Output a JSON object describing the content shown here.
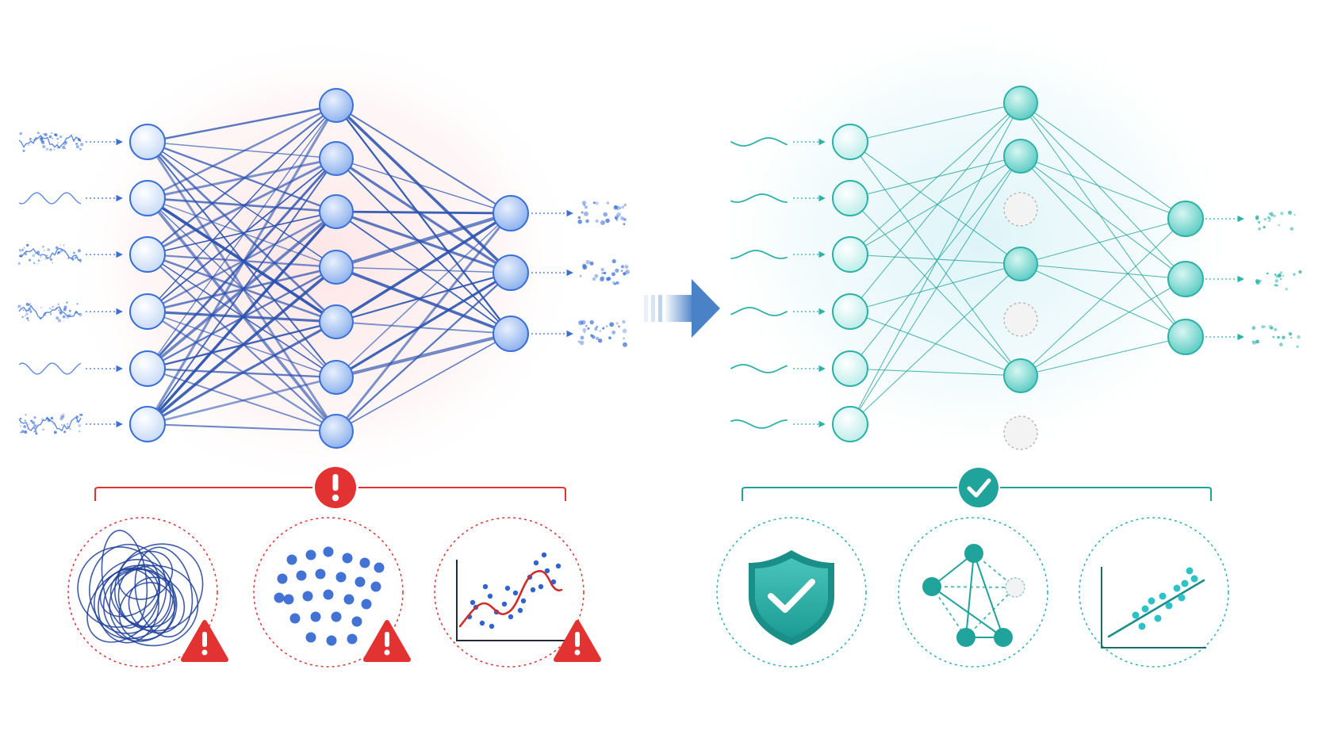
{
  "colors": {
    "overfit_accent": "#2a52b0",
    "overfit_node_fill": "#dce9fb",
    "overfit_node_stroke": "#3a6fd6",
    "overfit_glow": "#fde2e2",
    "warning": "#e23232",
    "regularized_accent": "#1fa39a",
    "regularized_node_fill": "#c8f0ec",
    "regularized_node_stroke": "#2cb2a8",
    "regularized_glow": "#dcf3f7",
    "dropped_node": "#b8b8b8",
    "transition_arrow": "#4a82c8"
  },
  "left_network": {
    "layers": [
      6,
      7,
      3
    ],
    "density": "dense",
    "signal_style": "noisy"
  },
  "right_network": {
    "layers": [
      6,
      7,
      3
    ],
    "dropped_hidden_nodes": [
      2,
      4,
      6
    ],
    "density": "sparse",
    "signal_style": "smooth"
  },
  "left_badge": {
    "icon": "exclamation-icon"
  },
  "right_badge": {
    "icon": "checkmark-icon"
  },
  "left_panels": [
    {
      "icon": "tangled-lines-icon",
      "warning_icon": "warning-triangle-icon"
    },
    {
      "icon": "scattered-dots-icon",
      "warning_icon": "warning-triangle-icon"
    },
    {
      "icon": "overfit-curve-icon",
      "warning_icon": "warning-triangle-icon"
    }
  ],
  "right_panels": [
    {
      "icon": "shield-check-icon"
    },
    {
      "icon": "pruned-network-icon"
    },
    {
      "icon": "linear-fit-icon"
    }
  ]
}
